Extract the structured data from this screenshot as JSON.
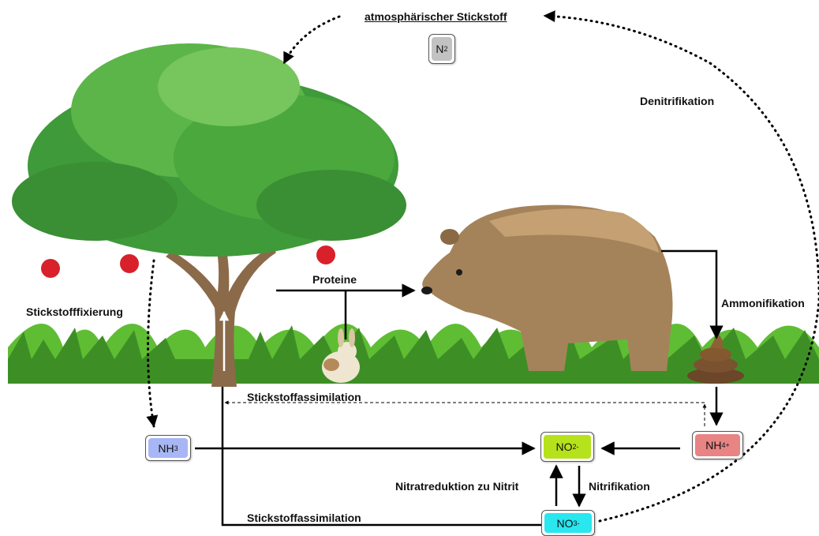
{
  "labels": {
    "atmospheric": "atmosphärischer Stickstoff",
    "denitrification": "Denitrifikation",
    "fixation": "Stickstofffixierung",
    "proteins": "Proteine",
    "ammonification": "Ammonifikation",
    "assimilation_upper": "Stickstoffassimilation",
    "assimilation_lower": "Stickstoffassimilation",
    "nitrate_reduction": "Nitratreduktion zu Nitrit",
    "nitrification": "Nitrifikation"
  },
  "compounds": {
    "n2": {
      "base": "N",
      "sub": "2",
      "sup": "",
      "color": "#c2c2c2"
    },
    "nh3": {
      "base": "NH",
      "sub": "3",
      "sup": "",
      "color": "#a8b6f5"
    },
    "no2": {
      "base": "NO",
      "sub": "2",
      "sup": "-",
      "color": "#b6e21b"
    },
    "nh4": {
      "base": "NH",
      "sub": "4",
      "sup": "+",
      "color": "#e88484"
    },
    "no3": {
      "base": "NO",
      "sub": "3",
      "sup": "-",
      "color": "#29e6ef"
    }
  },
  "colors": {
    "grass": "#4aa62c",
    "foliage": "#3f9a3a",
    "trunk": "#8b6a4a",
    "apple": "#d8212b",
    "bear": "#a5835a",
    "dung": "#7a5230"
  },
  "icons": [
    "tree-icon",
    "bear-icon",
    "rabbit-icon",
    "dung-icon",
    "apple-icon"
  ]
}
